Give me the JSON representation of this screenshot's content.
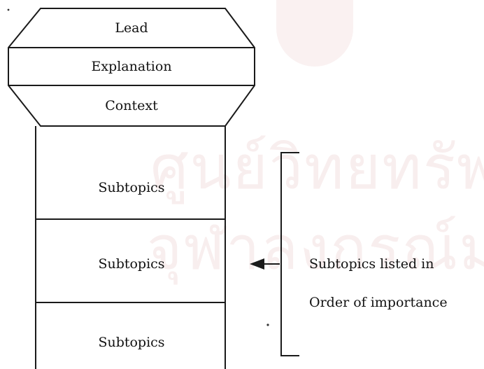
{
  "diagram": {
    "header_sections": [
      "Lead",
      "Explanation",
      "Context"
    ],
    "body_sections": [
      "Subtopics",
      "Subtopics",
      "Subtopics"
    ],
    "annotation": {
      "line1": "Subtopics listed in",
      "line2": "Order of importance"
    },
    "watermark_lines": [
      "ศูนย์วิทยทรัพยากร",
      "จุฬาลงกรณ์มหาวิทยาลัย"
    ]
  },
  "colors": {
    "stroke": "#1a1a1a",
    "watermark": "#e0a0a0"
  }
}
